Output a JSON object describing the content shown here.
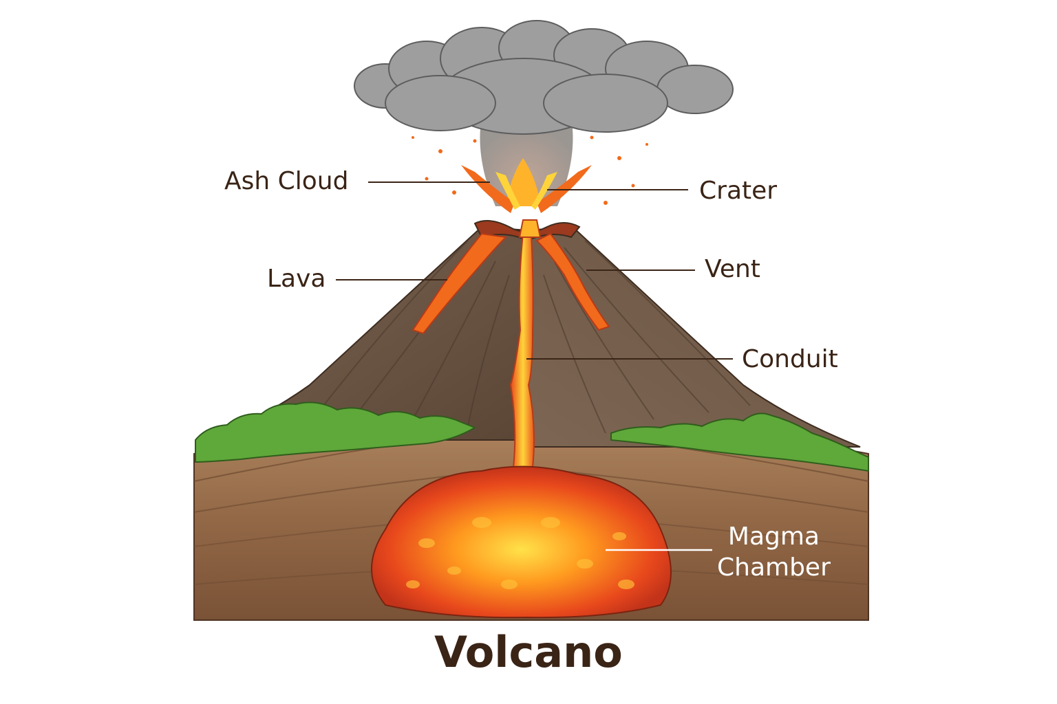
{
  "title": "Volcano",
  "labels": {
    "ash_cloud": "Ash Cloud",
    "crater": "Crater",
    "lava": "Lava",
    "vent": "Vent",
    "conduit": "Conduit",
    "magma_chamber_line1": "Magma",
    "magma_chamber_line2": "Chamber"
  },
  "colors": {
    "text": "#3a2416",
    "ash": "#9e9e9e",
    "rock": "#6f5a48",
    "soil": "#9b7150",
    "vegetation": "#5fa83a",
    "lava": "#f26a1b",
    "lava_glow": "#ffd43a",
    "magma": "#e8481c"
  }
}
